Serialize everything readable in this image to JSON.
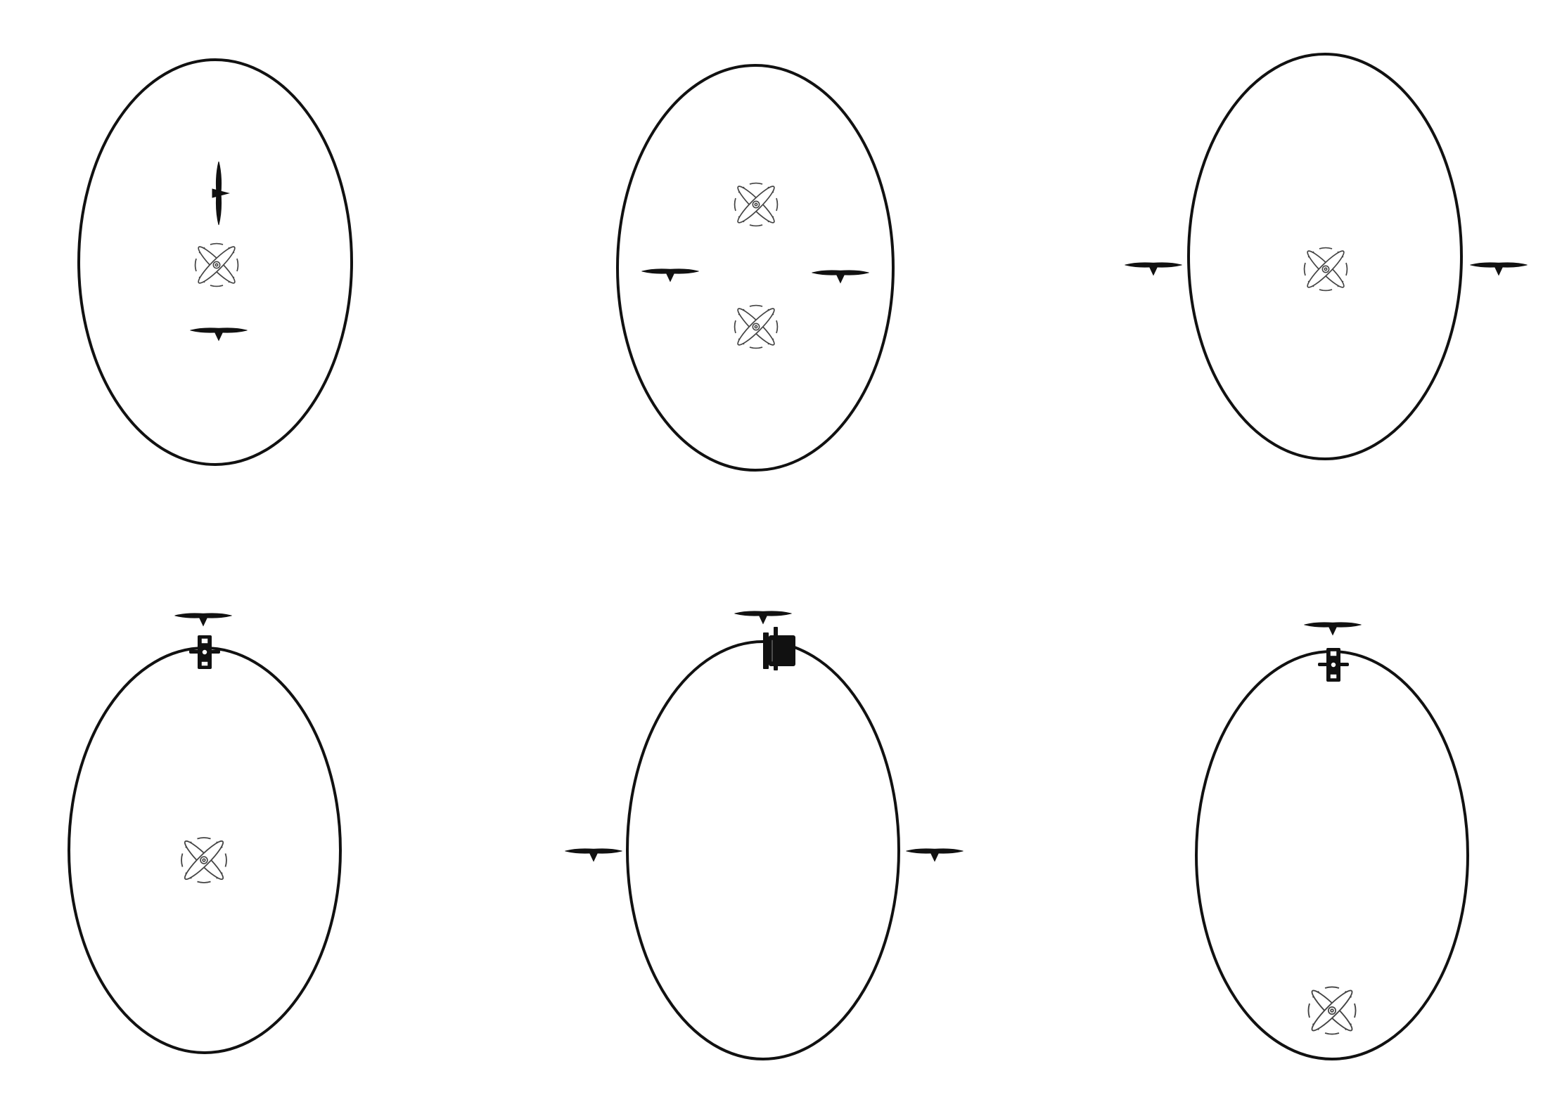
{
  "diagram": {
    "panels": [
      {
        "id": "p1",
        "components": [
          "propeller-vertical",
          "ducted-fan",
          "propeller-horizontal"
        ]
      },
      {
        "id": "p2",
        "components": [
          "ducted-fan",
          "propeller-horizontal",
          "propeller-horizontal",
          "ducted-fan"
        ]
      },
      {
        "id": "p3",
        "components": [
          "propeller-horizontal",
          "ducted-fan",
          "propeller-horizontal"
        ]
      },
      {
        "id": "p4",
        "components": [
          "propeller-horizontal",
          "servo-motor",
          "ducted-fan"
        ]
      },
      {
        "id": "p5",
        "components": [
          "propeller-horizontal",
          "servo-motor",
          "propeller-horizontal",
          "propeller-horizontal"
        ]
      },
      {
        "id": "p6",
        "components": [
          "propeller-horizontal",
          "servo-motor",
          "ducted-fan"
        ]
      }
    ],
    "colors": {
      "outline": "#111111",
      "fan": "#444444",
      "background": "#ffffff"
    }
  }
}
